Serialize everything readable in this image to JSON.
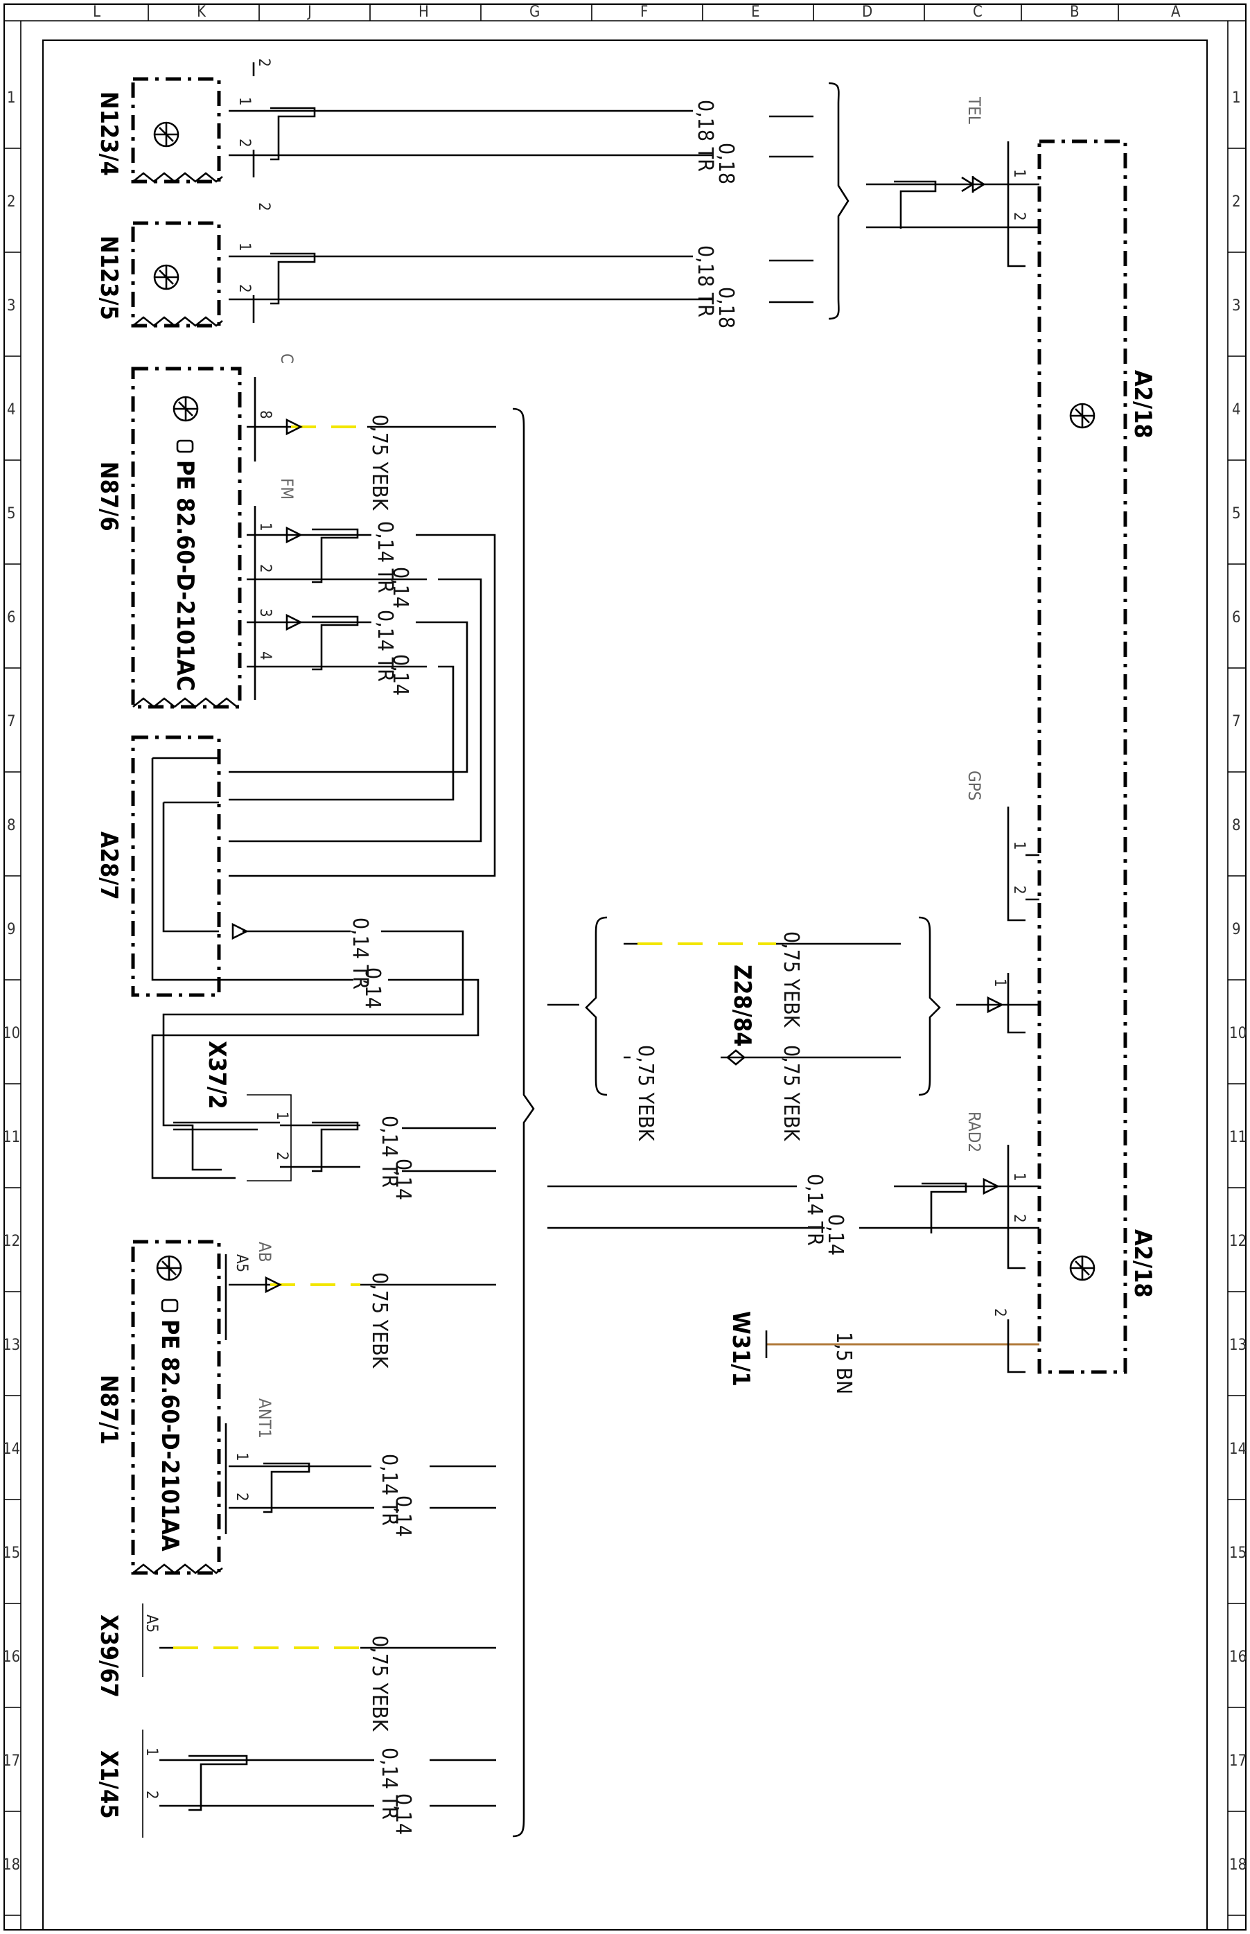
{
  "grid": {
    "columns": [
      "L",
      "K",
      "J",
      "H",
      "G",
      "F",
      "E",
      "D",
      "C",
      "B",
      "A"
    ],
    "rows": [
      "1",
      "2",
      "3",
      "4",
      "5",
      "6",
      "7",
      "8",
      "9",
      "10",
      "11",
      "12",
      "13",
      "14",
      "15",
      "16",
      "17",
      "18"
    ]
  },
  "components": {
    "n123_4": "N123/4",
    "n123_5": "N123/5",
    "n87_6": "N87/6",
    "n87_6_doc": "PE 82.60-D-2101AC",
    "a28_7": "A28/7",
    "x37_2": "X37/2",
    "n87_1": "N87/1",
    "n87_1_doc": "PE 82.60-D-2101AA",
    "x39_67": "X39/67",
    "x1_45": "X1/45",
    "a2_18_top": "A2/18",
    "a2_18_bottom": "A2/18",
    "z28_84": "Z28/84",
    "w31_1": "W31/1"
  },
  "connectors": {
    "tel": "TEL",
    "gps": "GPS",
    "rad2": "RAD2",
    "c": "C",
    "fm": "FM",
    "ab": "AB",
    "ant1": "ANT1"
  },
  "pins": {
    "p1": "1",
    "p2": "2",
    "p3": "3",
    "p4": "4",
    "p8": "8",
    "a5": "A5"
  },
  "wire_labels": {
    "w018tr": "0,18 TR",
    "w018": "0,18",
    "w075yebk": "0,75 YEBK",
    "w014tr": "0,14 TR",
    "w014": "0,14",
    "w15bn": "1,5 BN"
  },
  "colors": {
    "yebk": "#f2e600",
    "bn": "#b07a3a"
  }
}
